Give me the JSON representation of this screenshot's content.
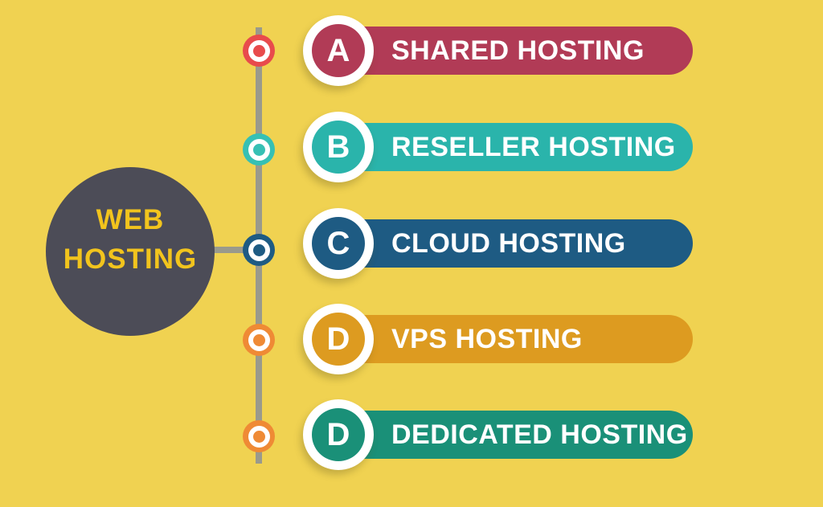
{
  "background_color": "#f0d251",
  "hub": {
    "line1": "WEB",
    "line2": "HOSTING",
    "circle_color": "#4c4c57",
    "text_color": "#f2c41d"
  },
  "timeline": {
    "line_color": "#9a9a8c"
  },
  "items": [
    {
      "letter": "A",
      "label": "SHARED HOSTING",
      "color": "#b13b56",
      "dot_color": "#e84b4c"
    },
    {
      "letter": "B",
      "label": "RESELLER HOSTING",
      "color": "#2ab4ab",
      "dot_color": "#36c0b4"
    },
    {
      "letter": "C",
      "label": "CLOUD HOSTING",
      "color": "#1e5b83",
      "dot_color": "#1e5b83"
    },
    {
      "letter": "D",
      "label": "VPS HOSTING",
      "color": "#dd9b20",
      "dot_color": "#ef8a35"
    },
    {
      "letter": "D",
      "label": "DEDICATED HOSTING",
      "color": "#1a9078",
      "dot_color": "#ef8a35"
    }
  ]
}
